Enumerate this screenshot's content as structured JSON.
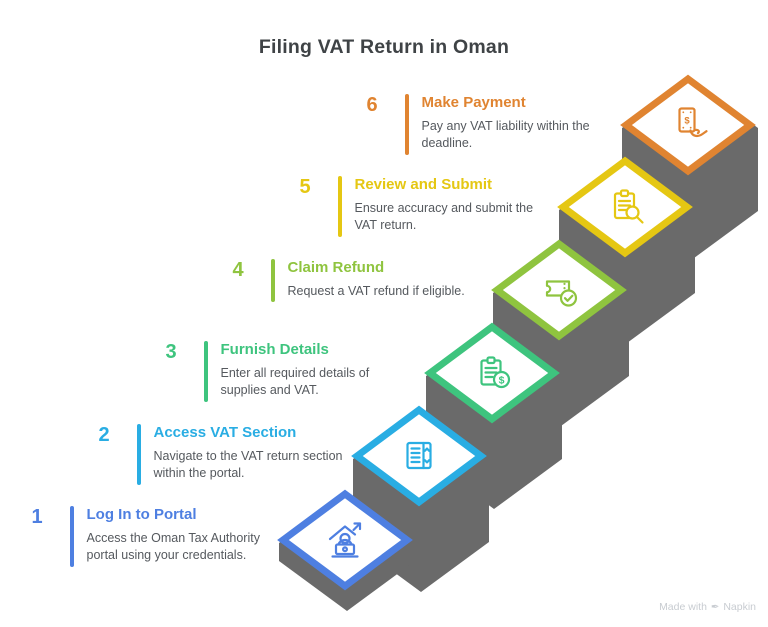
{
  "page": {
    "title": "Filing VAT Return in Oman"
  },
  "colors": {
    "stair_gray": "#6A6A6A",
    "title_text": "#3F4346",
    "desc_text": "#55595E",
    "background": "#FFFFFF",
    "watermark": "#C8CCD1"
  },
  "steps": [
    {
      "number": "1",
      "title": "Log In to Portal",
      "description": "Access the Oman Tax Authority\nportal using your credentials.",
      "color": "#4E7FE1",
      "icon": "home-login"
    },
    {
      "number": "2",
      "title": "Access VAT Section",
      "description": "Navigate to the VAT return section\nwithin the portal.",
      "color": "#29ADE3",
      "icon": "list-scroll"
    },
    {
      "number": "3",
      "title": "Furnish Details",
      "description": "Enter all required details of\nsupplies and VAT.",
      "color": "#3EC47E",
      "icon": "clipboard-dollar"
    },
    {
      "number": "4",
      "title": "Claim Refund",
      "description": "Request a VAT refund if eligible.",
      "color": "#8FC43F",
      "icon": "ticket-check"
    },
    {
      "number": "5",
      "title": "Review and Submit",
      "description": "Ensure accuracy and submit the\nVAT return.",
      "color": "#E5C713",
      "icon": "clipboard-search"
    },
    {
      "number": "6",
      "title": "Make Payment",
      "description": "Pay any VAT liability within the\ndeadline.",
      "color": "#E08431",
      "icon": "cash-hand"
    }
  ],
  "watermark": {
    "prefix": "Made with",
    "brand": "Napkin",
    "logo_glyph": "✒"
  }
}
